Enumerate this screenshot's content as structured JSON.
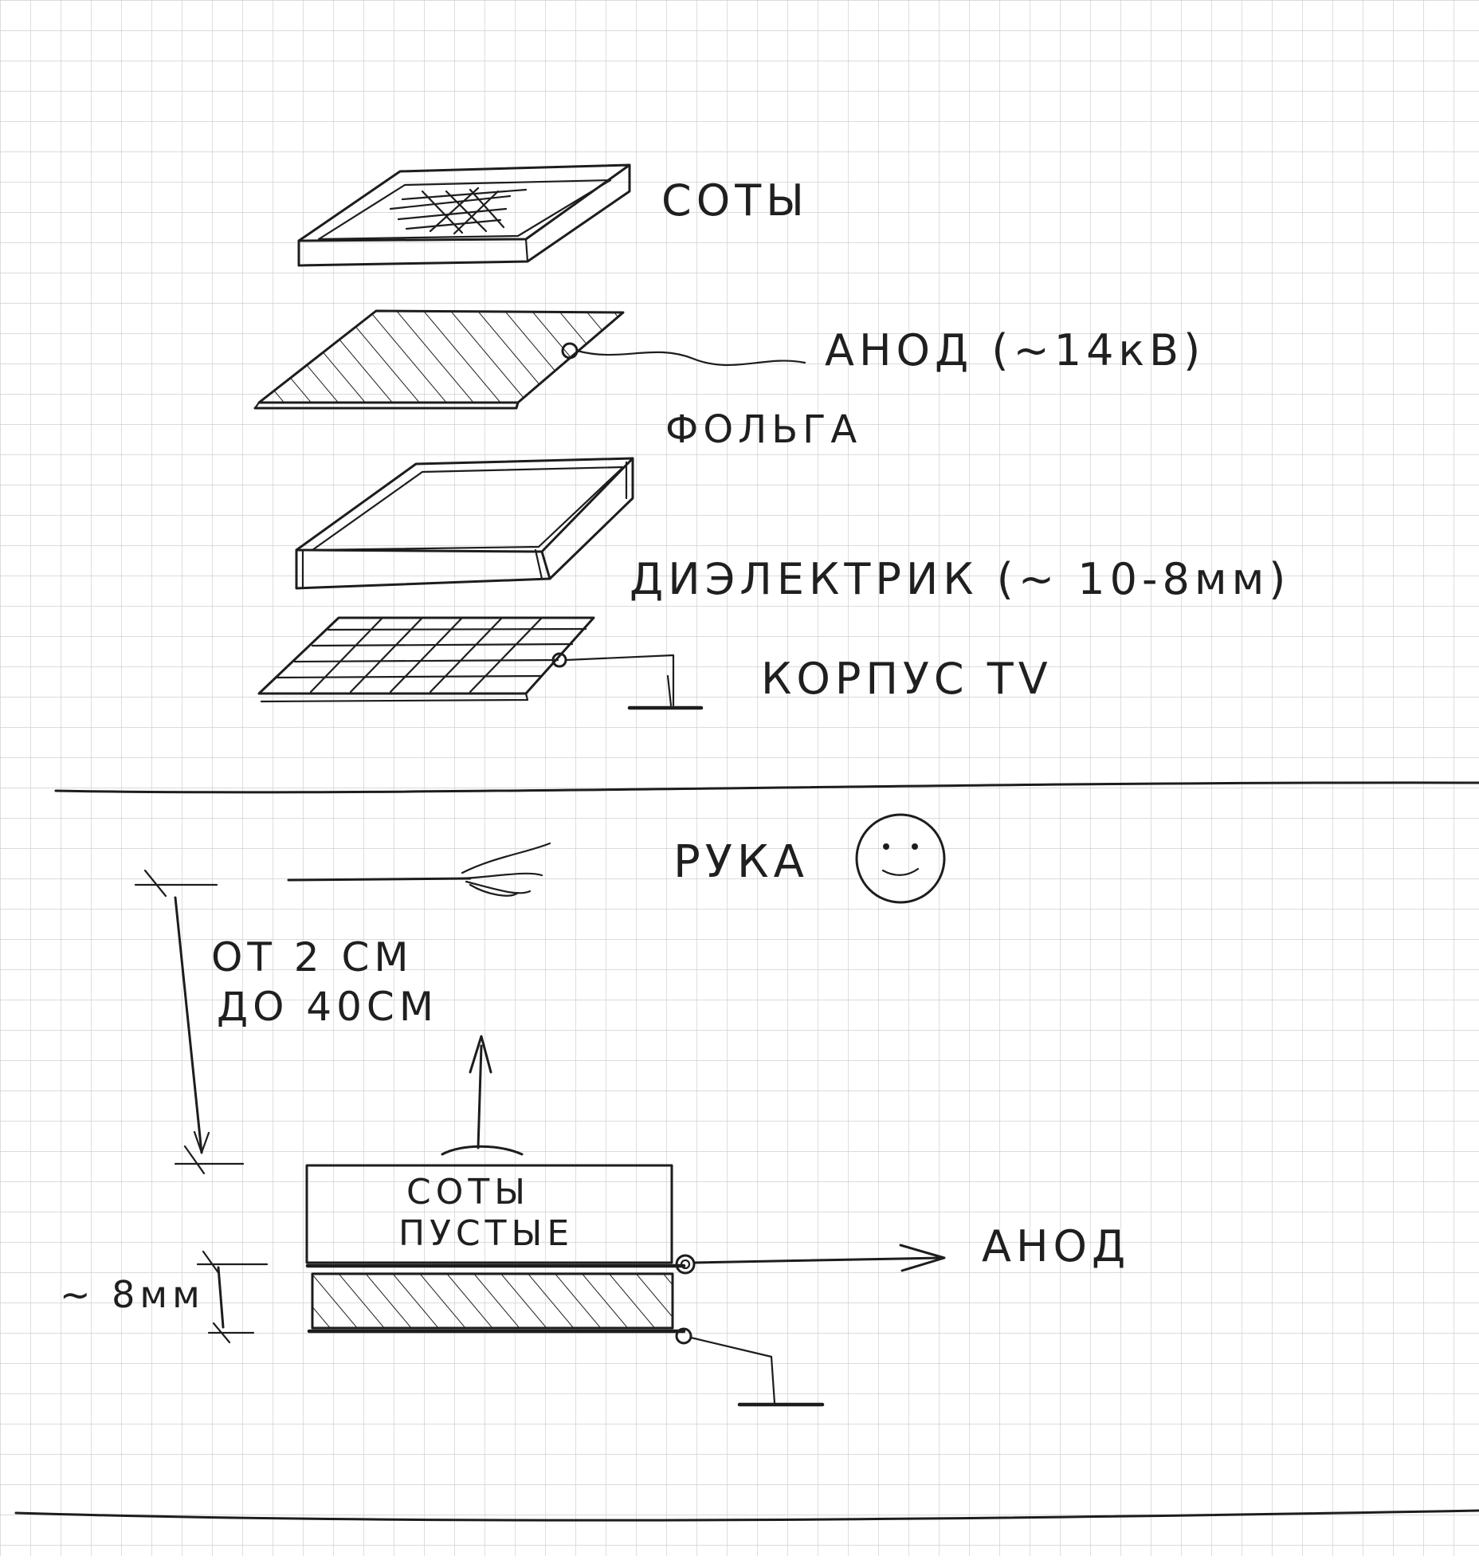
{
  "colors": {
    "paper": "#ffffff",
    "grid": "#cfcfcf",
    "ink": "#1d1d1d"
  },
  "labels": {
    "honeycomb": "СОТЫ",
    "anode": "АНОД (~14кВ)",
    "foil": "ФОЛЬГА",
    "dielectric": "ДИЭЛЕКТРИК (~ 10-8мм)",
    "tv_case": "КОРПУС TV",
    "hand": "РУКА",
    "distance_line1": "ОТ 2 СМ",
    "distance_line2": "ДО 40СМ",
    "honeycomb_empty_line1": "СОТЫ",
    "honeycomb_empty_line2": "ПУСТЫЕ",
    "anode_lower": "АНОД",
    "thickness": "~ 8мм"
  },
  "icons": {
    "smiley": "smiley-face-icon",
    "ground": "ground-symbol-icon"
  }
}
